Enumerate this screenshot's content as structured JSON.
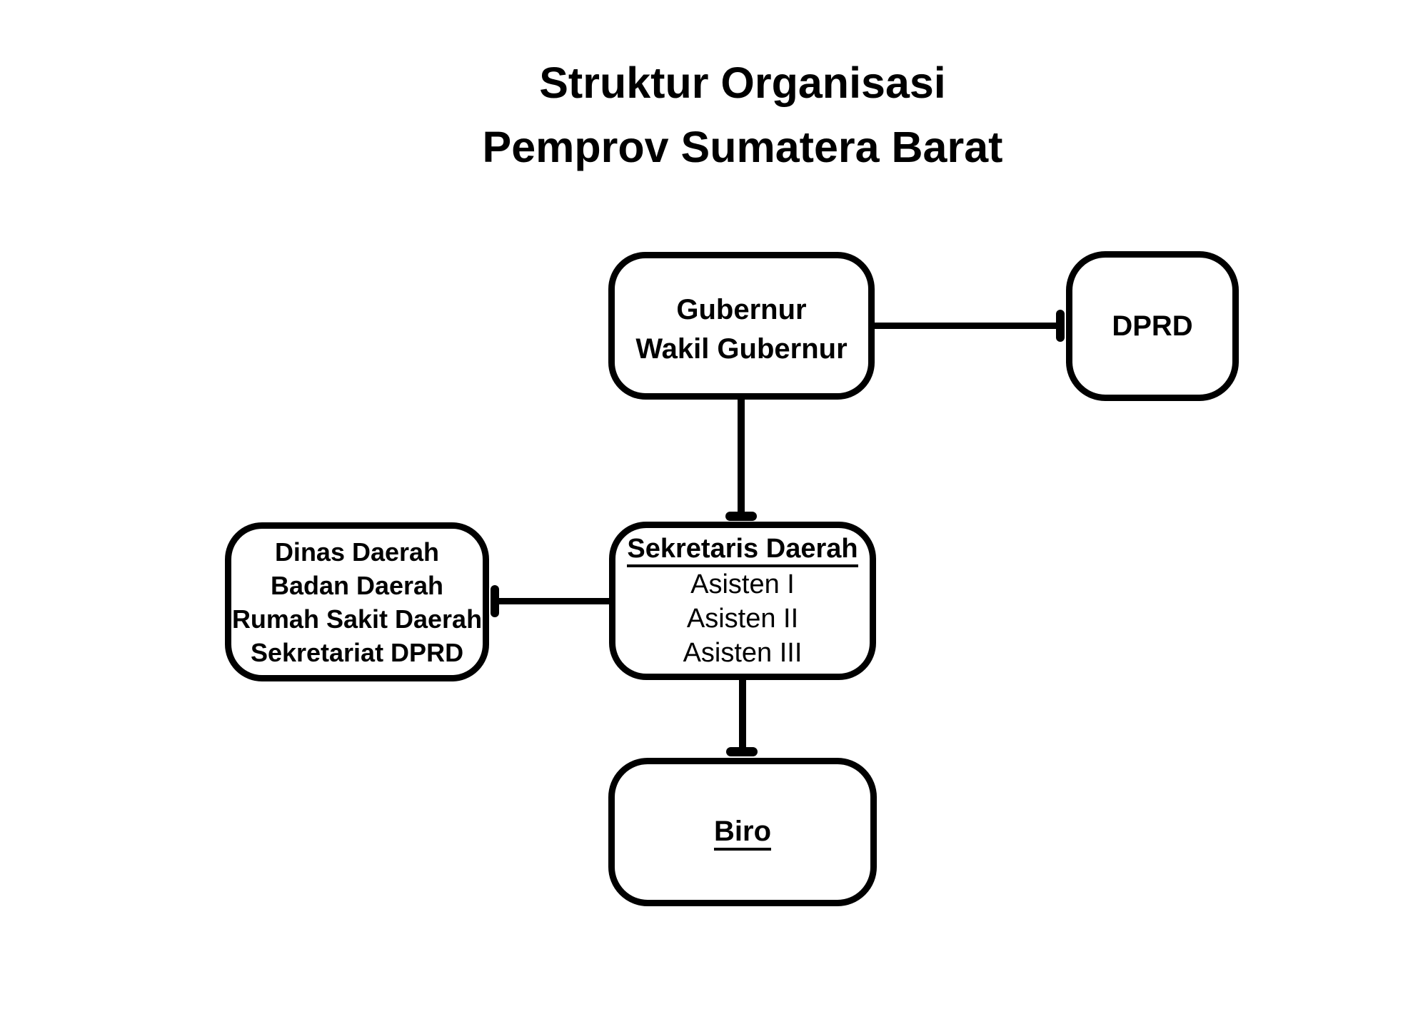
{
  "title": {
    "line1": "Struktur Organisasi",
    "line2": "Pemprov Sumatera Barat"
  },
  "colors": {
    "background": "#ffffff",
    "stroke": "#000000",
    "text": "#000000"
  },
  "nodes": {
    "gubernur": {
      "lines": [
        "Gubernur",
        "Wakil Gubernur"
      ]
    },
    "dprd": {
      "label": "DPRD"
    },
    "sekretaris": {
      "heading": "Sekretaris Daerah",
      "items": [
        "Asisten I",
        "Asisten II",
        "Asisten III"
      ]
    },
    "perangkat": {
      "lines": [
        "Dinas Daerah",
        "Badan Daerah",
        "Rumah Sakit Daerah",
        "Sekretariat DPRD"
      ]
    },
    "biro": {
      "label": "Biro"
    }
  },
  "edges": [
    {
      "from": "Gubernur Wakil Gubernur",
      "to": "DPRD",
      "orientation": "horizontal",
      "end_style": "tee-cap"
    },
    {
      "from": "Gubernur Wakil Gubernur",
      "to": "Sekretaris Daerah",
      "orientation": "vertical",
      "end_style": "tee-cap"
    },
    {
      "from": "Sekretaris Daerah",
      "to": "Dinas Daerah Badan Daerah Rumah Sakit Daerah Sekretariat DPRD",
      "orientation": "horizontal",
      "end_style": "tee-cap"
    },
    {
      "from": "Sekretaris Daerah",
      "to": "Biro",
      "orientation": "vertical",
      "end_style": "tee-cap"
    }
  ]
}
